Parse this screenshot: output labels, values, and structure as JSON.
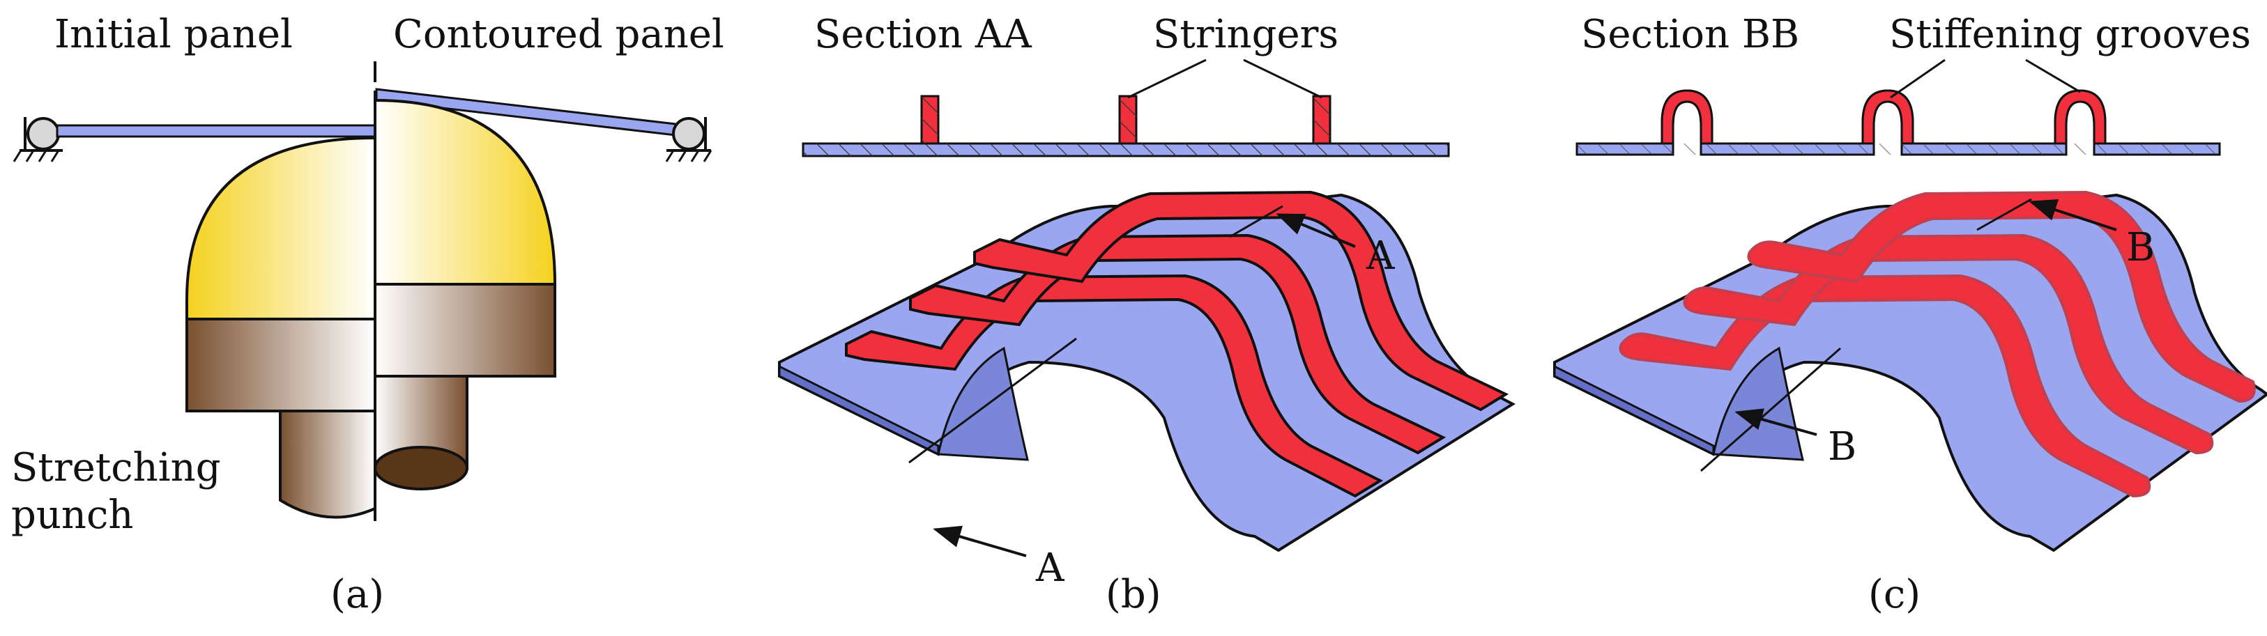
{
  "panel_a": {
    "initial_panel": "Initial panel",
    "contoured_panel": "Contoured panel",
    "punch_line1": "Stretching",
    "punch_line2": "punch",
    "caption": "(a)"
  },
  "panel_b": {
    "section": "Section AA",
    "stringers": "Stringers",
    "arrow_top": "A",
    "arrow_bottom": "A",
    "caption": "(b)"
  },
  "panel_c": {
    "section": "Section BB",
    "grooves": "Stiffening grooves",
    "arrow_top": "B",
    "arrow_bottom": "B",
    "caption": "(c)"
  },
  "colors": {
    "panel_blue": "#9ba6f0",
    "stringer_red": "#f0303c",
    "punch_yellow": "#f5d21e",
    "punch_brown": "#7a5030"
  }
}
